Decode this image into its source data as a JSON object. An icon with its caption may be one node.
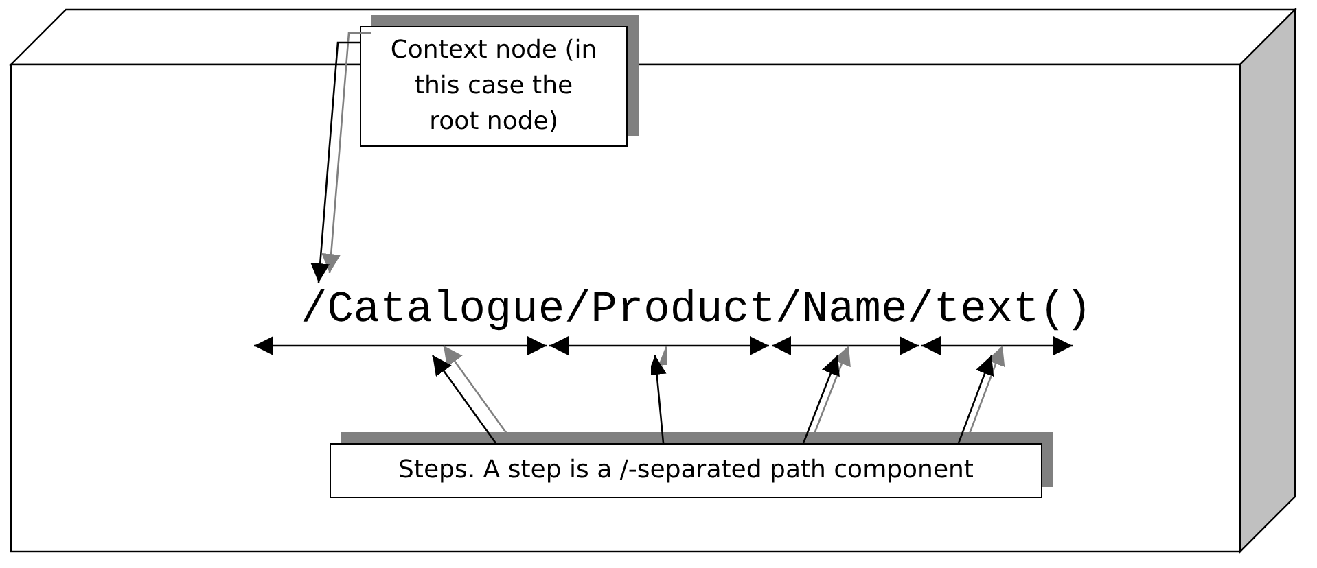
{
  "diagram": {
    "nodes": [
      {
        "text": [
          "Context node (in this case the root node)"
        ]
      },
      {
        "text": [
          "/Catalogue/Product/Name/text()"
        ]
      },
      {
        "text": [
          "Steps. A step is a /-separated path component"
        ]
      },
      {
        "text": [],
        "shape": "bar"
      },
      {
        "text": [],
        "shape": "bar"
      },
      {
        "text": [],
        "shape": "bar"
      },
      {
        "text": [],
        "shape": "bar"
      }
    ],
    "edges": [
      {
        "from": 0,
        "to": 1,
        "arrow": "to"
      },
      {
        "from": 2,
        "to": 3,
        "arrow": "to"
      },
      {
        "from": 2,
        "to": 4,
        "arrow": "to"
      },
      {
        "from": 2,
        "to": 5,
        "arrow": "to"
      },
      {
        "from": 2,
        "to": 6,
        "arrow": "to"
      }
    ]
  }
}
